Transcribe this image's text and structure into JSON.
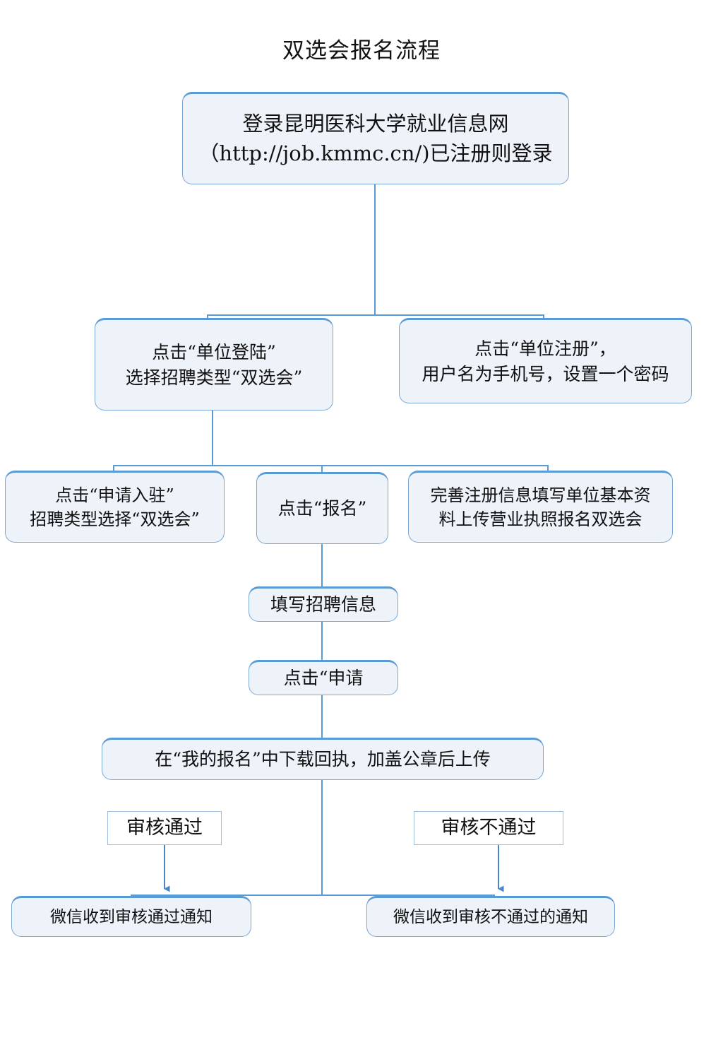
{
  "title": "双选会报名流程",
  "theme": {
    "node_fill": "#eef2f9",
    "node_border": "#7ba7d4",
    "node_border_top": "#5b9bd5",
    "connector": "#5b9bd5",
    "plain_fill": "#ffffff",
    "plain_border": "#9dbfe0",
    "text": "#111111",
    "background": "#ffffff"
  },
  "chart_data": {
    "type": "diagram",
    "title": "双选会报名流程",
    "nodes": [
      {
        "id": "login",
        "lines": [
          "登录昆明医科大学就业信息网",
          "（http://job.kmmc.cn/)已注册则登录"
        ],
        "style": "rounded-filled"
      },
      {
        "id": "unit_login",
        "lines": [
          "点击“单位登陆”",
          "选择招聘类型“双选会”"
        ],
        "style": "rounded-filled"
      },
      {
        "id": "unit_reg",
        "lines": [
          "点击“单位注册”，",
          "用户名为手机号，设置一个密码"
        ],
        "style": "rounded-filled"
      },
      {
        "id": "apply_join",
        "lines": [
          "点击“申请入驻”",
          "招聘类型选择“双选会”"
        ],
        "style": "rounded-filled"
      },
      {
        "id": "signup",
        "lines": [
          "点击“报名”"
        ],
        "style": "rounded-filled"
      },
      {
        "id": "complete_reg",
        "lines": [
          "完善注册信息填写单位基本资",
          "料上传营业执照报名双选会"
        ],
        "style": "rounded-filled"
      },
      {
        "id": "fill_info",
        "lines": [
          "填写招聘信息"
        ],
        "style": "rounded-filled"
      },
      {
        "id": "click_apply",
        "lines": [
          "点击“申请"
        ],
        "style": "rounded-filled"
      },
      {
        "id": "download",
        "lines": [
          "在“我的报名”中下载回执，加盖公章后上传"
        ],
        "style": "rounded-filled"
      },
      {
        "id": "pass",
        "lines": [
          "审核通过"
        ],
        "style": "rect-plain"
      },
      {
        "id": "fail",
        "lines": [
          "审核不通过"
        ],
        "style": "rect-plain"
      },
      {
        "id": "wx_pass",
        "lines": [
          "微信收到审核通过通知"
        ],
        "style": "rounded-filled"
      },
      {
        "id": "wx_fail",
        "lines": [
          "微信收到审核不通过的通知"
        ],
        "style": "rounded-filled"
      }
    ],
    "edges": [
      {
        "from": "login",
        "to": "unit_login",
        "arrow": false
      },
      {
        "from": "login",
        "to": "unit_reg",
        "arrow": false
      },
      {
        "from": "unit_login",
        "to": "apply_join",
        "arrow": false
      },
      {
        "from": "unit_login",
        "to": "signup",
        "arrow": false
      },
      {
        "from": "unit_login",
        "to": "complete_reg",
        "arrow": false
      },
      {
        "from": "signup",
        "to": "fill_info",
        "arrow": false
      },
      {
        "from": "fill_info",
        "to": "click_apply",
        "arrow": false
      },
      {
        "from": "click_apply",
        "to": "download",
        "arrow": false
      },
      {
        "from": "download",
        "to": "wx_pass",
        "arrow": true
      },
      {
        "from": "pass",
        "to": "wx_pass",
        "arrow": true
      },
      {
        "from": "fail",
        "to": "wx_fail",
        "arrow": true
      }
    ]
  },
  "nodes": {
    "login": {
      "line1": "登录昆明医科大学就业信息网",
      "line2": "（http://job.kmmc.cn/)已注册则登录"
    },
    "unit_login": {
      "line1": "点击“单位登陆”",
      "line2": "选择招聘类型“双选会”"
    },
    "unit_reg": {
      "line1": "点击“单位注册”，",
      "line2": "用户名为手机号，设置一个密码"
    },
    "apply_join": {
      "line1": "点击“申请入驻”",
      "line2": "招聘类型选择“双选会”"
    },
    "signup": {
      "line1": "点击“报名”"
    },
    "complete_reg": {
      "line1": "完善注册信息填写单位基本资",
      "line2": "料上传营业执照报名双选会"
    },
    "fill_info": {
      "line1": "填写招聘信息"
    },
    "click_apply": {
      "line1": "点击“申请"
    },
    "download": {
      "line1": "在“我的报名”中下载回执，加盖公章后上传"
    },
    "pass": {
      "line1": "审核通过"
    },
    "fail": {
      "line1": "审核不通过"
    },
    "wx_pass": {
      "line1": "微信收到审核通过通知"
    },
    "wx_fail": {
      "line1": "微信收到审核不通过的通知"
    }
  }
}
